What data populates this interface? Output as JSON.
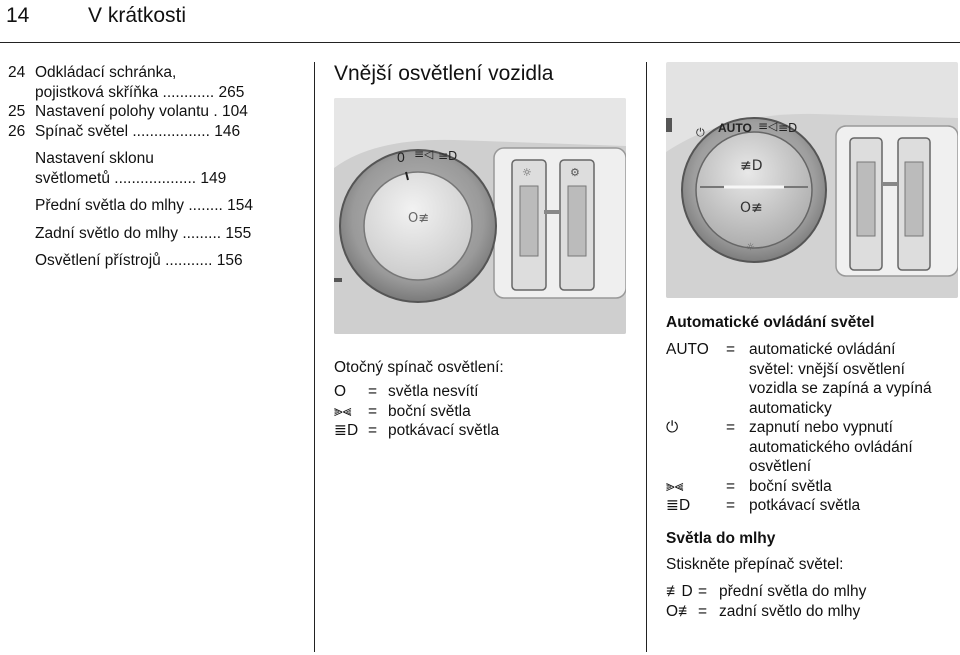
{
  "header": {
    "page_number": "14",
    "chapter": "V krátkosti"
  },
  "toc": {
    "items": [
      {
        "num": "24",
        "lines": [
          "Odkládací schránka,",
          "pojistková skříňka"
        ],
        "dots": " ............",
        "page": "265"
      },
      {
        "num": "25",
        "lines": [
          "Nastavení polohy volantu"
        ],
        "dots": " . ",
        "page": "104"
      },
      {
        "num": "26",
        "lines": [
          "Spínač světel"
        ],
        "dots": " ..................",
        "page": "146"
      },
      {
        "num": "",
        "lines": [
          "Nastavení sklonu",
          "světlometů"
        ],
        "dots": " ...................",
        "page": "149"
      },
      {
        "num": "",
        "lines": [
          "Přední světla do mlhy"
        ],
        "dots": " ........",
        "page": "154"
      },
      {
        "num": "",
        "lines": [
          "Zadní světlo do mlhy"
        ],
        "dots": " .........",
        "page": "155"
      },
      {
        "num": "",
        "lines": [
          "Osvětlení přístrojů"
        ],
        "dots": " ...........",
        "page": "156"
      }
    ]
  },
  "section": {
    "title": "Vnější osvětlení vozidla",
    "switch_labels": [
      "0",
      "AUTO"
    ],
    "caption1": "Otočný spínač osvětlení:",
    "legend1": [
      {
        "symbol": "O",
        "icon": "off-icon",
        "eq": "=",
        "desc": [
          "světla nesvítí"
        ]
      },
      {
        "symbol": "⫸⫷",
        "icon": "side-lights-icon",
        "eq": "=",
        "desc": [
          "boční světla"
        ]
      },
      {
        "symbol": "≣D",
        "icon": "low-beam-icon",
        "eq": "=",
        "desc": [
          "potkávací světla"
        ]
      }
    ],
    "auto_heading": "Automatické ovládání světel",
    "legend2": [
      {
        "symbol": "AUTO",
        "icon": "",
        "eq": "=",
        "desc": [
          "automatické ovládání",
          "světel: vnější osvětlení",
          "vozidla se zapíná a vypíná",
          "automaticky"
        ]
      },
      {
        "symbol": "⏻",
        "icon": "power-icon",
        "eq": "=",
        "desc": [
          "zapnutí nebo vypnutí",
          "automatického ovládání",
          "osvětlení"
        ]
      },
      {
        "symbol": "⫸⫷",
        "icon": "side-lights-icon",
        "eq": "=",
        "desc": [
          "boční světla"
        ]
      },
      {
        "symbol": "≣D",
        "icon": "low-beam-icon",
        "eq": "=",
        "desc": [
          "potkávací světla"
        ]
      }
    ],
    "fog_heading": "Světla do mlhy",
    "fog_caption": "Stiskněte přepínač světel:",
    "legend3": [
      {
        "symbol": "≢D",
        "icon": "front-fog-icon",
        "eq": "=",
        "desc": [
          "přední světla do mlhy"
        ]
      },
      {
        "symbol": "O≢",
        "icon": "rear-fog-icon",
        "eq": "=",
        "desc": [
          "zadní světlo do mlhy"
        ]
      }
    ]
  }
}
